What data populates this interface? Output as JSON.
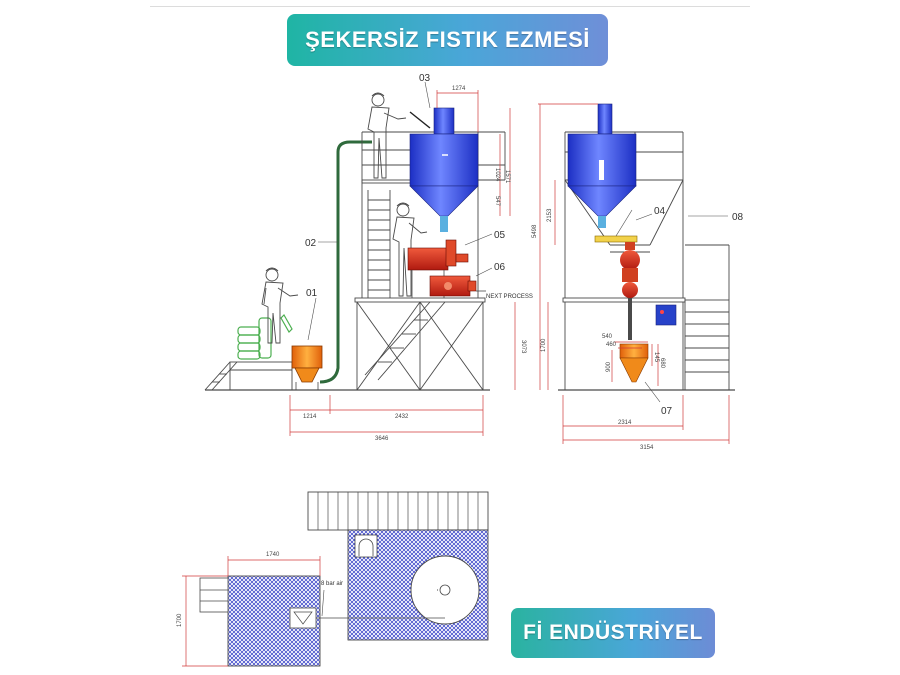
{
  "header": {
    "title": "ŞEKERSİZ FISTIK EZMESİ"
  },
  "footer": {
    "brand": "Fİ ENDÜSTRİYEL"
  },
  "callouts": {
    "c01": "01",
    "c02": "02",
    "c03": "03",
    "c04": "04",
    "c05": "05",
    "c06": "06",
    "c07": "07",
    "c08": "08"
  },
  "notes": {
    "next_process": "NEXT PROCESS",
    "air": "8 bar air"
  },
  "dimensions": {
    "d1274": "1274",
    "d1024": "1024",
    "d1571": "1571",
    "d547": "547",
    "d3073": "3073",
    "d1214": "1214",
    "d2432": "2432",
    "d3646": "3646",
    "d5498": "5498",
    "d2153": "2153",
    "d1700": "1700",
    "d540": "540",
    "d460": "460",
    "d900": "900",
    "d145": "145",
    "d680": "680",
    "d2314": "2314",
    "d3154": "3154",
    "d1740": "1740",
    "d1700b": "1700"
  },
  "colors": {
    "tank_blue": "#2f4bd8",
    "machine_red": "#d8321e",
    "hopper_orange": "#f07a0f",
    "frame": "#4a4a4a",
    "dim_line": "#d03a3a",
    "pipe_green": "#2f6a3c"
  }
}
